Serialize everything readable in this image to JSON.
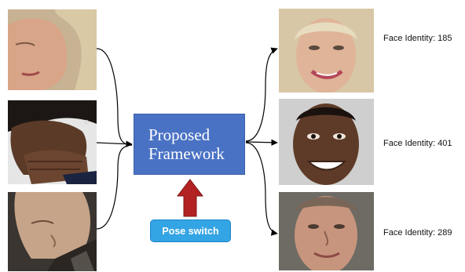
{
  "framework": {
    "line1": "Proposed",
    "line2": "Framework"
  },
  "pose_switch_label": "Pose switch",
  "identities": [
    {
      "label": "Face Identity: 185"
    },
    {
      "label": "Face Identity: 401"
    },
    {
      "label": "Face Identity: 289"
    }
  ],
  "colors": {
    "framework_box": "#4a72c4",
    "pose_switch": "#33a4e4",
    "pose_arrow": "#b22222",
    "connector": "#000000"
  },
  "icons": {
    "inputs": [
      "face-side-profile-icon",
      "face-downcast-hand-icon",
      "face-looking-down-icon"
    ],
    "outputs": [
      "face-frontal-blonde-icon",
      "face-frontal-smiling-icon",
      "face-frontal-man-icon"
    ],
    "pose_arrow": "up-arrow-icon"
  }
}
